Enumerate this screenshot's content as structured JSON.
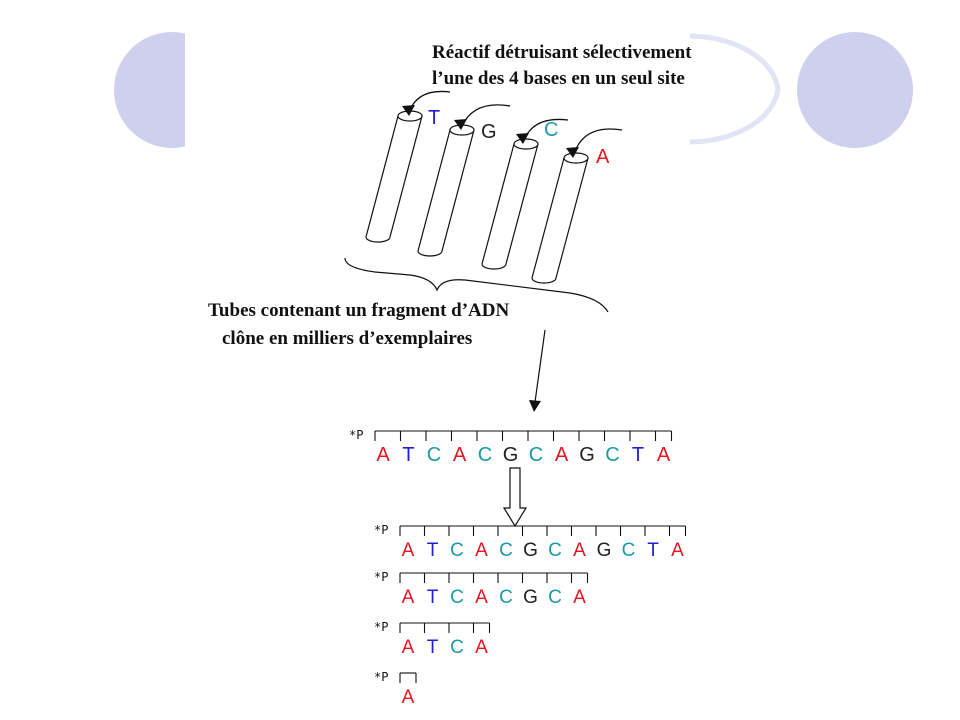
{
  "colors": {
    "A": "#e8141e",
    "T": "#1f1fd0",
    "C": "#1b9aa6",
    "G": "#222222",
    "decor": "#cfd0ee"
  },
  "reagent_caption": {
    "line1": "Réactif détruisant sélectivement",
    "line2": "l’une des 4 bases en un seul site"
  },
  "tubes_caption": {
    "line1": "Tubes contenant un fragment d’ADN",
    "line2": "clône en milliers d’exemplaires"
  },
  "tube_labels": [
    "T",
    "G",
    "C",
    "A"
  ],
  "phosphate_label": "*P",
  "full_sequence": [
    "A",
    "T",
    "C",
    "A",
    "C",
    "G",
    "C",
    "A",
    "G",
    "C",
    "T",
    "A"
  ],
  "fragments": [
    [
      "A",
      "T",
      "C",
      "A",
      "C",
      "G",
      "C",
      "A",
      "G",
      "C",
      "T",
      "A"
    ],
    [
      "A",
      "T",
      "C",
      "A",
      "C",
      "G",
      "C",
      "A"
    ],
    [
      "A",
      "T",
      "C",
      "A"
    ],
    [
      "A"
    ]
  ],
  "decor_icons": [
    "circle-decor-icon",
    "circle-decor-icon",
    "ring-decor-icon",
    "ring-decor-icon",
    "circle-decor-icon"
  ]
}
